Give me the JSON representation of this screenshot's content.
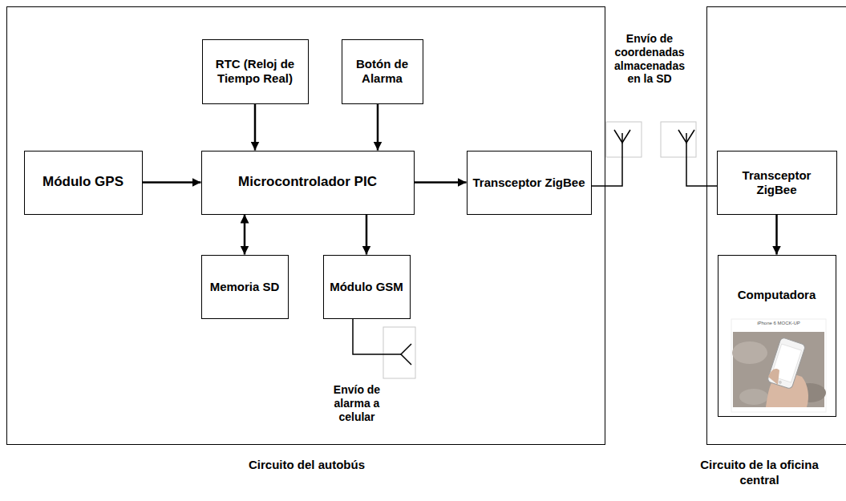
{
  "diagram": {
    "nodes": [
      {
        "text": [
          "Circuito del autobús"
        ]
      },
      {
        "text": [
          "RTC (Reloj de Tiempo Real)"
        ],
        "in": 0
      },
      {
        "text": [
          "Botón de Alarma"
        ],
        "in": 0
      },
      {
        "text": [
          "Módulo GPS"
        ],
        "in": 0
      },
      {
        "text": [
          "Microcontrolador PIC"
        ],
        "in": 0
      },
      {
        "text": [
          "Transceptor ZigBee"
        ],
        "in": 0
      },
      {
        "text": [
          "Memoria SD"
        ],
        "in": 0
      },
      {
        "text": [
          "Módulo GSM"
        ],
        "in": 0
      },
      {
        "text": [
          "Circuito de la oficina central"
        ]
      },
      {
        "text": [
          "Transceptor ZigBee"
        ],
        "in": 8
      },
      {
        "text": [
          "Computadora"
        ],
        "in": 8
      }
    ],
    "edges": [
      {
        "from": 3,
        "to": 4,
        "arrow": "to"
      },
      {
        "from": 1,
        "to": 4,
        "arrow": "to"
      },
      {
        "from": 2,
        "to": 4,
        "arrow": "to"
      },
      {
        "from": 4,
        "to": 5,
        "arrow": "to"
      },
      {
        "from": 4,
        "to": 6,
        "arrow": "both"
      },
      {
        "from": 4,
        "to": 7,
        "arrow": "to"
      },
      {
        "from": 9,
        "to": 10,
        "arrow": "to"
      }
    ],
    "labels": [
      "Envío de coordenadas almacenadas en la SD",
      "Envío de alarma a celular",
      "iPhone 6 MOCK-UP"
    ]
  }
}
